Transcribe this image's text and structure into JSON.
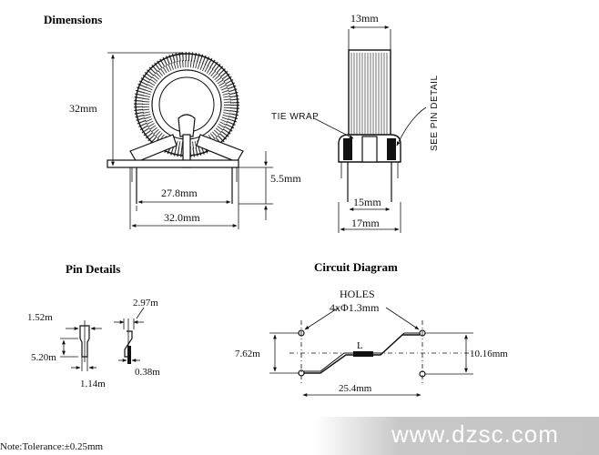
{
  "sections": {
    "dimensions": "Dimensions",
    "pin_details": "Pin Details",
    "circuit_diagram": "Circuit Diagram"
  },
  "dimensions": {
    "height": "32mm",
    "inner_width": "27.8mm",
    "outer_width": "32.0mm",
    "pin_length": "5.5mm",
    "side_width": "13mm",
    "tie_wrap": "TIE WRAP",
    "see_pin_detail": "SEE PIN DETAIL",
    "pin_spacing_inner": "15mm",
    "pin_spacing_outer": "17mm"
  },
  "pin_details": {
    "width_top": "1.52m",
    "length": "5.20m",
    "width_bottom": "1.14m",
    "side_width": "2.97m",
    "thickness": "0.38m"
  },
  "circuit": {
    "holes": "HOLES",
    "hole_spec": "4xΦ1.3mm",
    "inductor": "L",
    "left_spacing": "7.62m",
    "right_spacing": "10.16mm",
    "length": "25.4mm"
  },
  "note": "Note:Tolerance:±0.25mm",
  "watermark": "www.dzsc.com"
}
